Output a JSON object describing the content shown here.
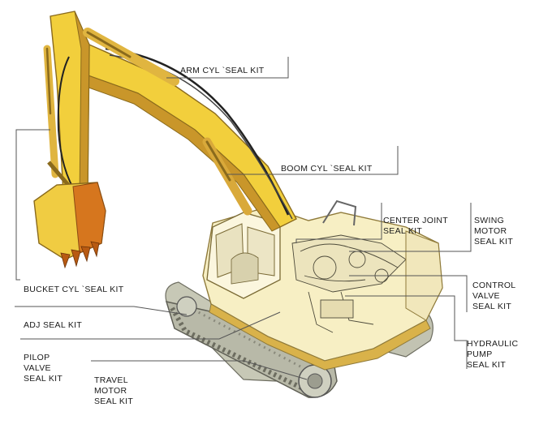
{
  "labels": {
    "arm_cyl": "ARM CYL `SEAL KIT",
    "boom_cyl": "BOOM CYL `SEAL KIT",
    "center_joint": [
      "CENTER JOINT",
      "SEAL KIT"
    ],
    "swing_motor": [
      "SWING",
      "MOTOR",
      "SEAL KIT"
    ],
    "control_valve": [
      "CONTROL",
      "VALVE",
      "SEAL KIT"
    ],
    "hydraulic_pump": [
      "HYDRAULIC",
      "PUMP",
      "SEAL KIT"
    ],
    "bucket_cyl": "BUCKET CYL `SEAL KIT",
    "adj": "ADJ SEAL KIT",
    "pilop_valve": [
      "PILOP",
      "VALVE",
      "SEAL KIT"
    ],
    "travel_motor": [
      "TRAVEL",
      "MOTOR",
      "SEAL KIT"
    ]
  },
  "colors": {
    "arm_yellow": "#f2cf3c",
    "arm_shade": "#c9962a",
    "body_cream": "#f7efc4",
    "track_gray": "#b8b9a8",
    "leader_line": "#555555"
  }
}
